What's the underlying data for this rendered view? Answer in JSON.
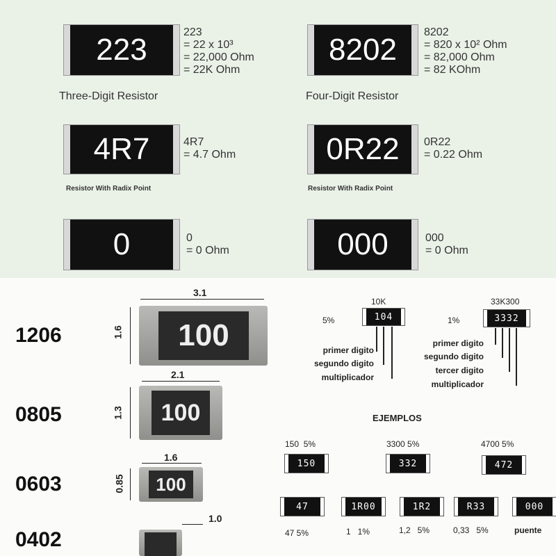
{
  "top": [
    {
      "code": "223",
      "lines": [
        "223",
        "= 22 x 10³",
        "= 22,000 Ohm",
        "= 22K Ohm"
      ],
      "caption": "Three-Digit Resistor"
    },
    {
      "code": "8202",
      "lines": [
        "8202",
        "= 820 x 10² Ohm",
        "= 82,000 Ohm",
        "= 82 KOhm"
      ],
      "caption": "Four-Digit Resistor"
    },
    {
      "code": "4R7",
      "lines": [
        "4R7",
        "= 4.7 Ohm"
      ],
      "caption": "Resistor With Radix Point"
    },
    {
      "code": "0R22",
      "lines": [
        "0R22",
        "= 0.22 Ohm"
      ],
      "caption": "Resistor With Radix Point"
    },
    {
      "code": "0",
      "lines": [
        "0",
        "= 0 Ohm"
      ],
      "caption": ""
    },
    {
      "code": "000",
      "lines": [
        "000",
        "= 0 Ohm"
      ],
      "caption": ""
    }
  ],
  "sizes": [
    {
      "name": "1206",
      "code": "100",
      "w": "3.1",
      "h": "1.6"
    },
    {
      "name": "0805",
      "code": "100",
      "w": "2.1",
      "h": "1.3"
    },
    {
      "name": "0603",
      "code": "100",
      "w": "1.6",
      "h": "0.85"
    },
    {
      "name": "0402",
      "w": "1.0"
    }
  ],
  "legend": {
    "a": {
      "value": "10K",
      "tol": "5%",
      "code": "104",
      "labels": [
        "primer digito",
        "segundo digito",
        "multiplicador"
      ]
    },
    "b": {
      "value": "33K300",
      "tol": "1%",
      "code": "3332",
      "labels": [
        "primer digito",
        "segundo digito",
        "tercer digito",
        "multiplicador"
      ]
    }
  },
  "ejemplos": {
    "title": "EJEMPLOS",
    "row1": [
      {
        "label": "150  5%",
        "code": "150"
      },
      {
        "label": "3300 5%",
        "code": "332"
      },
      {
        "label": "4700 5%",
        "code": "472"
      }
    ],
    "row2": [
      {
        "label": "47 5%",
        "code": "47"
      },
      {
        "label": "1   1%",
        "code": "1R00"
      },
      {
        "label": "1,2   5%",
        "code": "1R2"
      },
      {
        "label": "0,33   5%",
        "code": "R33"
      },
      {
        "label": "puente",
        "code": "000"
      }
    ]
  }
}
